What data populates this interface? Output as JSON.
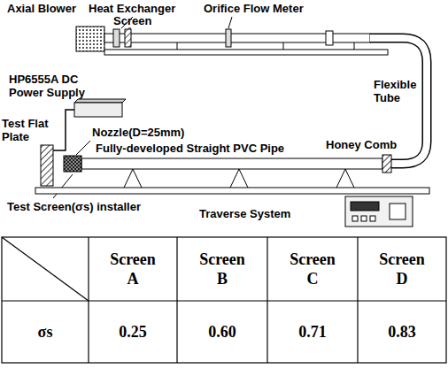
{
  "diagram": {
    "labels": [
      "Axial Blower",
      "Heat Exchanger",
      "Screen",
      "Orifice Flow Meter",
      "HP6555A DC Power Supply",
      "Flexible Tube",
      "Test Flat Plate",
      "Nozzle(D=25mm)",
      "Honey Comb",
      "Fully-developed Straight PVC Pipe",
      "Test Screen(σs) installer",
      "Traverse System",
      "Screen A",
      "Screen B",
      "Screen C",
      "Screen D",
      "σs",
      "0.25",
      "0.60",
      "0.71",
      "0.83"
    ]
  }
}
